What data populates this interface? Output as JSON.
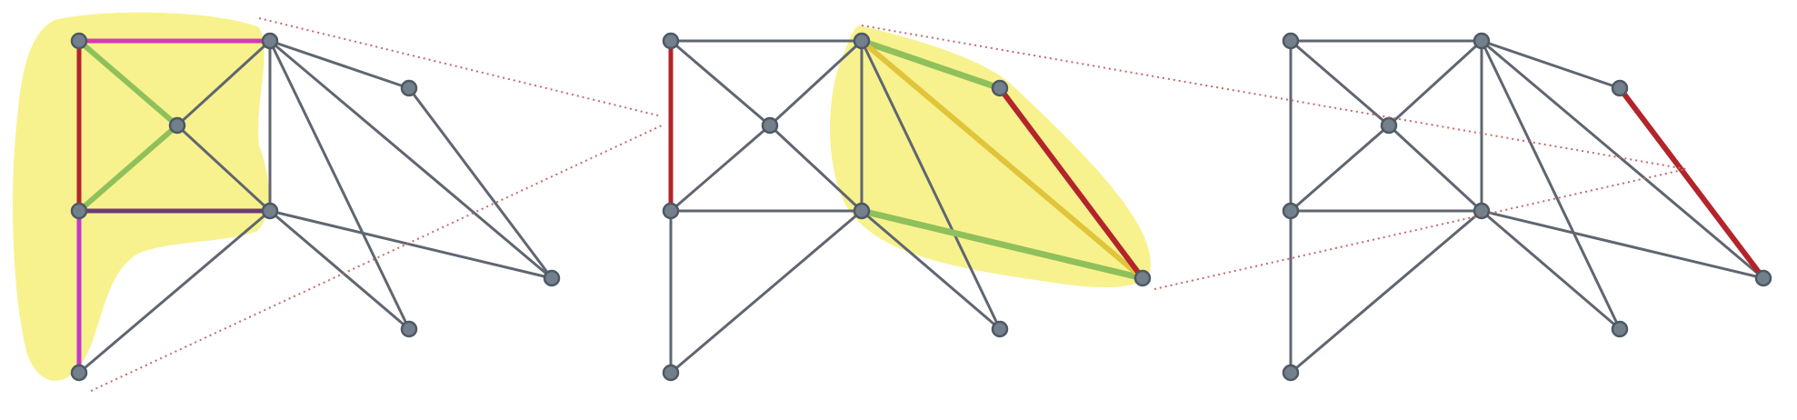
{
  "figure": {
    "panels": [
      {
        "key": "left",
        "highlight_color": "#f6f07a",
        "accent_edges": [
          {
            "from": "A",
            "to": "B",
            "color": "#d63ab3"
          },
          {
            "from": "A",
            "to": "D",
            "color": "#b3242b"
          },
          {
            "from": "D",
            "to": "E",
            "color": "#6d3a77"
          },
          {
            "from": "D",
            "to": "G",
            "color": "#c13ac8"
          },
          {
            "from": "A",
            "to": "C",
            "color": "#8fc05b"
          },
          {
            "from": "C",
            "to": "D",
            "color": "#8fc05b"
          }
        ]
      },
      {
        "key": "middle",
        "highlight_color": "#f6f07a",
        "accent_edges": [
          {
            "from": "A",
            "to": "D",
            "color": "#b3242b"
          },
          {
            "from": "F",
            "to": "H",
            "color": "#b3242b"
          },
          {
            "from": "B",
            "to": "F",
            "color": "#8fc05b"
          },
          {
            "from": "E",
            "to": "H",
            "color": "#8fc05b"
          },
          {
            "from": "B",
            "to": "H",
            "color": "#e0c43a"
          }
        ]
      },
      {
        "key": "right",
        "highlight_color": null,
        "accent_edges": [
          {
            "from": "F",
            "to": "H",
            "color": "#b3242b"
          }
        ]
      }
    ]
  }
}
